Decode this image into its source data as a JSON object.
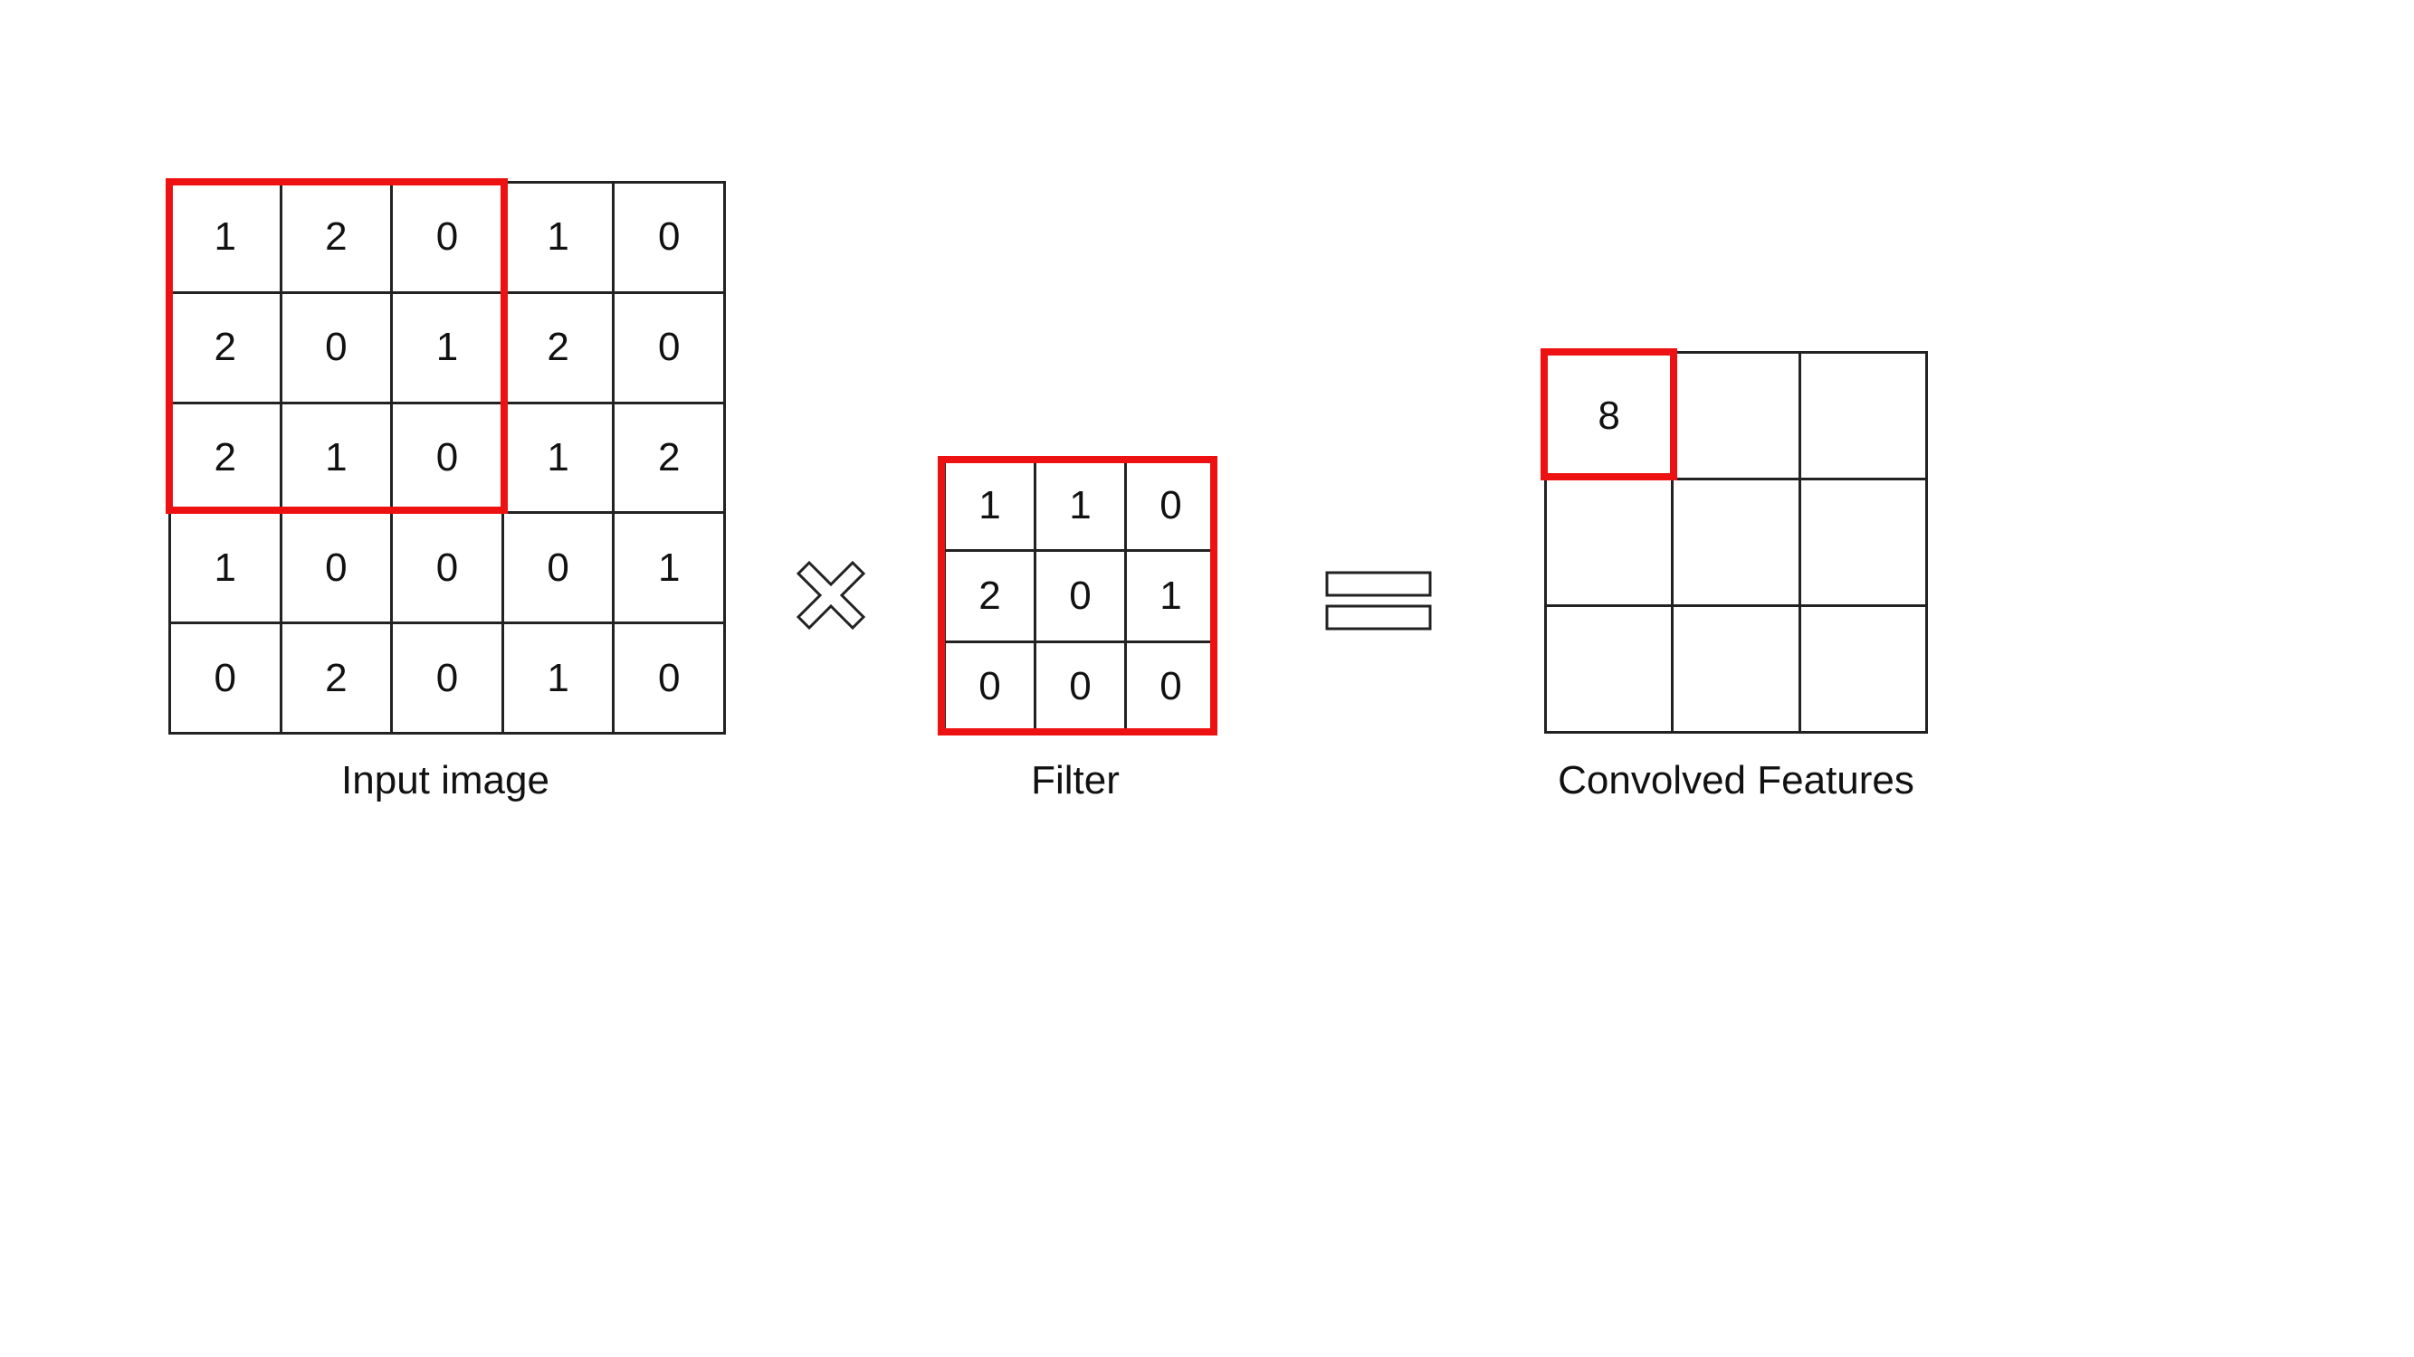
{
  "input_image": {
    "caption": "Input image",
    "cells": [
      [
        "1",
        "2",
        "0",
        "1",
        "0"
      ],
      [
        "2",
        "0",
        "1",
        "2",
        "0"
      ],
      [
        "2",
        "1",
        "0",
        "1",
        "2"
      ],
      [
        "1",
        "0",
        "0",
        "0",
        "1"
      ],
      [
        "0",
        "2",
        "0",
        "1",
        "0"
      ]
    ]
  },
  "filter": {
    "caption": "Filter",
    "cells": [
      [
        "1",
        "1",
        "0"
      ],
      [
        "2",
        "0",
        "1"
      ],
      [
        "0",
        "0",
        "0"
      ]
    ]
  },
  "convolved_features": {
    "caption": "Convolved Features",
    "cells": [
      [
        "8",
        "",
        ""
      ],
      [
        "",
        "",
        ""
      ],
      [
        "",
        "",
        ""
      ]
    ]
  },
  "operators": {
    "times": "times-icon",
    "equals": "equals-icon"
  },
  "colors": {
    "highlight": "#ee1111",
    "grid_line": "#222222"
  }
}
